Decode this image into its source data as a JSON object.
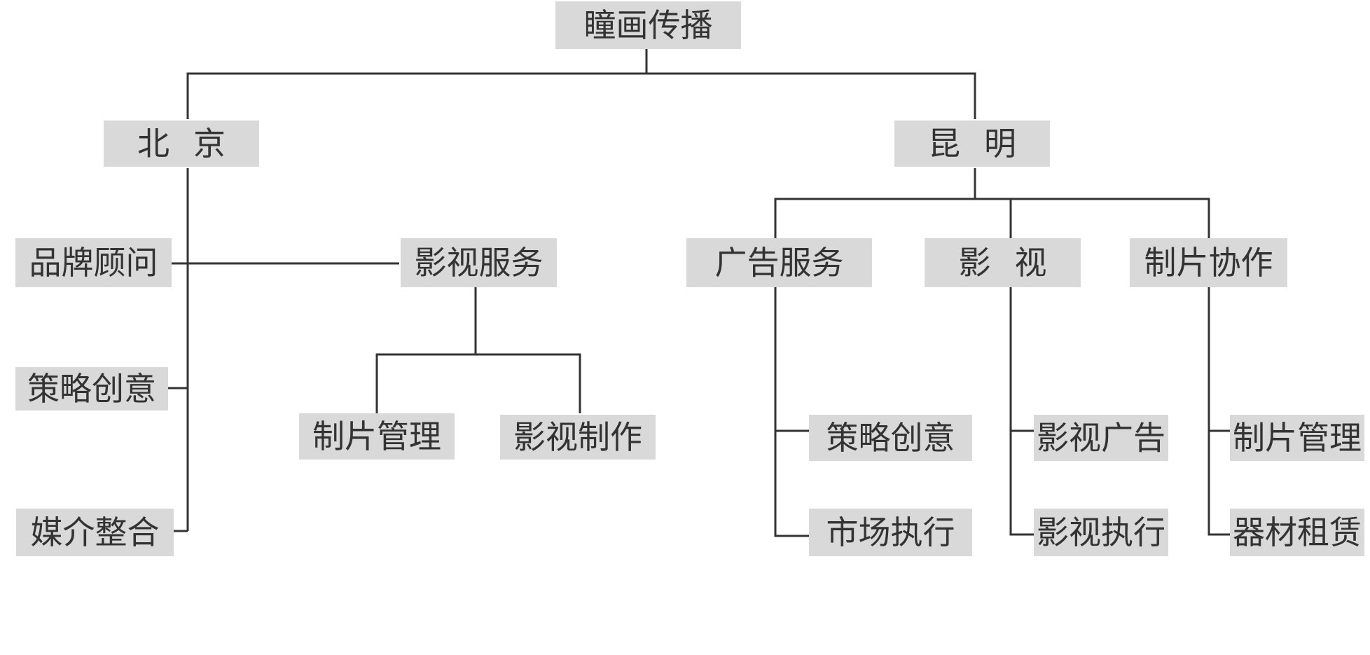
{
  "org_chart": {
    "root": "瞳画传播",
    "beijing": {
      "label": "北京",
      "side_items": [
        "品牌顾问",
        "策略创意",
        "媒介整合"
      ],
      "film_service": {
        "label": "影视服务",
        "children": [
          "制片管理",
          "影视制作"
        ]
      }
    },
    "kunming": {
      "label": "昆明",
      "ad_service": {
        "label": "广告服务",
        "children": [
          "策略创意",
          "市场执行"
        ]
      },
      "film": {
        "label": "影视",
        "children": [
          "影视广告",
          "影视执行"
        ]
      },
      "production": {
        "label": "制片协作",
        "children": [
          "制片管理",
          "器材租赁"
        ]
      }
    }
  },
  "colors": {
    "box_fill": "#d9d9d9",
    "text": "#333333",
    "line": "#333333",
    "background": "#ffffff"
  }
}
